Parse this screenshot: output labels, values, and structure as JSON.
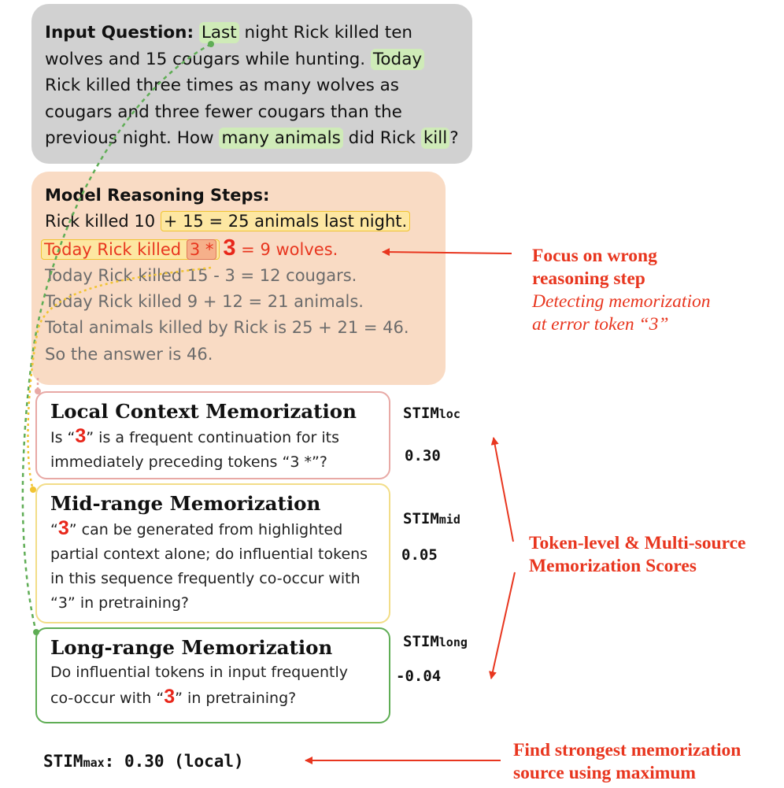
{
  "input": {
    "label": "Input Question:",
    "l1a": "Last",
    "l1b": " night Rick killed ten",
    "l2a": "wolves and 15 cougars while hunting. ",
    "l2b": "Today",
    "l3": "Rick killed three times as many wolves as",
    "l4": "cougars and three fewer cougars than the",
    "l5a": "previous night. How ",
    "l5b": "many animals",
    "l5c": " did Rick ",
    "l5d": "kill",
    "l5e": "?"
  },
  "reasoning": {
    "title": "Model Reasoning Steps:",
    "s1a": "Rick killed 10 ",
    "s1b": "+ 15 = 25 animals last night.",
    "s2a": "Today Rick killed ",
    "s2b": "3 *",
    "s2c": "3",
    "s2d": " = 9 wolves.",
    "s3": "Today Rick killed 15 - 3 = 12 cougars.",
    "s4": "Today Rick killed 9 + 12 = 21 animals.",
    "s5": "Total animals killed by Rick is 25 + 21 = 46.",
    "s6": "So the answer is 46."
  },
  "local": {
    "title": "Local Context Memorization",
    "t1": "Is “",
    "t2": "3",
    "t3": "” is a frequent continuation for its",
    "t4": "immediately preceding tokens “3 *”?",
    "score_name": "STIM",
    "score_sub": "loc",
    "score": "0.30"
  },
  "mid": {
    "title": "Mid-range Memorization",
    "t1": "“",
    "t2": "3",
    "t3": "” can be generated from highlighted",
    "t4": "partial context alone; do influential tokens",
    "t5": "in this sequence frequently co-occur with",
    "t6": "“3” in pretraining?",
    "score_name": "STIM",
    "score_sub": "mid",
    "score": "0.05"
  },
  "long": {
    "title": "Long-range Memorization",
    "t1": "Do influential tokens in input frequently",
    "t2": "co-occur with “",
    "t3": "3",
    "t4": "” in pretraining?",
    "score_name": "STIM",
    "score_sub": "long",
    "score": "-0.04"
  },
  "annotations": {
    "focus1": "Focus on wrong",
    "focus2": "reasoning step",
    "detect1": "Detecting memorization",
    "detect2": "at error token “3”",
    "token1": "Token-level & Multi-source",
    "token2": "Memorization Scores",
    "find1": "Find strongest memorization",
    "find2": "source using maximum"
  },
  "stim_max": {
    "name": "STIM",
    "sub": "max",
    "value": ": 0.30 (local)"
  },
  "colors": {
    "accent_red": "#e8361f",
    "green": "#5fad55",
    "yellow": "#f1c432",
    "pink": "#e8a9a5"
  }
}
